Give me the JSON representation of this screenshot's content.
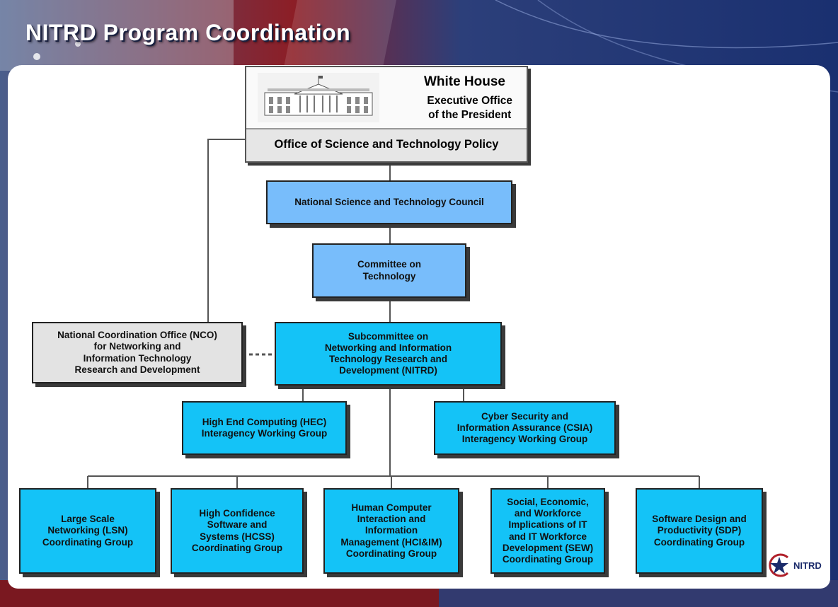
{
  "title": "NITRD Program Coordination",
  "white_house": {
    "title": "White House",
    "subtitle": "Executive Office\nof the President",
    "ostp": "Office of Science and Technology Policy"
  },
  "nstc": "National Science and Technology Council",
  "cot": "Committee on\nTechnology",
  "nitrd": "Subcommittee on\nNetworking and Information\nTechnology Research and\nDevelopment (NITRD)",
  "nco": "National Coordination Office (NCO)\nfor Networking and\nInformation Technology\nResearch and Development",
  "hec": "High End Computing (HEC)\nInteragency Working Group",
  "csia": "Cyber Security and\nInformation Assurance (CSIA)\nInteragency Working Group",
  "groups": [
    "Large Scale\nNetworking (LSN)\nCoordinating Group",
    "High Confidence\nSoftware and\nSystems (HCSS)\nCoordinating Group",
    "Human Computer\nInteraction and\nInformation\nManagement (HCI&IM)\nCoordinating Group",
    "Social, Economic,\nand Workforce\nImplications of IT\nand IT Workforce\nDevelopment (SEW)\nCoordinating Group",
    "Software Design and\nProductivity (SDP)\nCoordinating Group"
  ],
  "logo_text": "NITRD"
}
